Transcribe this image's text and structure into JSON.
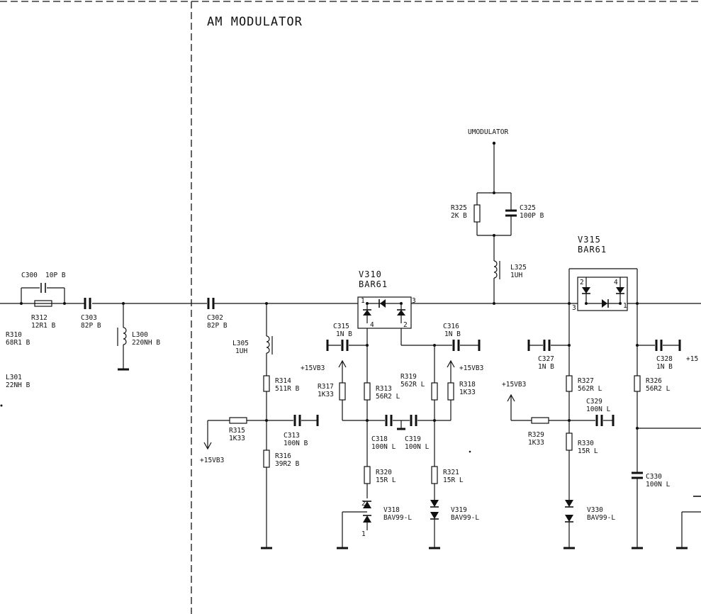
{
  "title": "AM MODULATOR",
  "nets": {
    "umodulator": "UMODULATOR",
    "supply": "+15VB3"
  },
  "components": {
    "c300": {
      "ref": "C300",
      "value": "10P B"
    },
    "r312": {
      "ref": "R312",
      "value": "12R1 B"
    },
    "c303": {
      "ref": "C303",
      "value": "82P B"
    },
    "r310": {
      "ref": "R310",
      "value": "68R1 B"
    },
    "l301": {
      "ref": "L301",
      "value": "22NH B"
    },
    "l300": {
      "ref": "L300",
      "value": "220NH B"
    },
    "c302": {
      "ref": "C302",
      "value": "82P B"
    },
    "l305": {
      "ref": "L305",
      "value": "1UH"
    },
    "r314": {
      "ref": "R314",
      "value": "511R B"
    },
    "r315": {
      "ref": "R315",
      "value": "1K33"
    },
    "c313": {
      "ref": "C313",
      "value": "100N B"
    },
    "r316": {
      "ref": "R316",
      "value": "39R2 B"
    },
    "v310": {
      "ref": "V310",
      "value": "BAR61"
    },
    "c315": {
      "ref": "C315",
      "value": "1N B"
    },
    "r317": {
      "ref": "R317",
      "value": "1K33"
    },
    "r313": {
      "ref": "R313",
      "value": "56R2 L"
    },
    "c318": {
      "ref": "C318",
      "value": "100N L"
    },
    "c319": {
      "ref": "C319",
      "value": "100N L"
    },
    "r319": {
      "ref": "R319",
      "value": "562R L"
    },
    "r318": {
      "ref": "R318",
      "value": "1K33"
    },
    "c316": {
      "ref": "C316",
      "value": "1N B"
    },
    "r320": {
      "ref": "R320",
      "value": "15R L"
    },
    "r321": {
      "ref": "R321",
      "value": "15R L"
    },
    "v318": {
      "ref": "V318",
      "value": "BAV99-L"
    },
    "v319": {
      "ref": "V319",
      "value": "BAV99-L"
    },
    "r325": {
      "ref": "R325",
      "value": "2K B"
    },
    "c325": {
      "ref": "C325",
      "value": "100P B"
    },
    "l325": {
      "ref": "L325",
      "value": "1UH"
    },
    "v315": {
      "ref": "V315",
      "value": "BAR61"
    },
    "c327": {
      "ref": "C327",
      "value": "1N B"
    },
    "r327": {
      "ref": "R327",
      "value": "562R L"
    },
    "c329": {
      "ref": "C329",
      "value": "100N L"
    },
    "r329": {
      "ref": "R329",
      "value": "1K33"
    },
    "r330": {
      "ref": "R330",
      "value": "15R L"
    },
    "v330": {
      "ref": "V330",
      "value": "BAV99-L"
    },
    "c328": {
      "ref": "C328",
      "value": "1N B"
    },
    "r326": {
      "ref": "R326",
      "value": "56R2 L"
    },
    "c330": {
      "ref": "C330",
      "value": "100N L"
    }
  },
  "pins": {
    "p1": "1",
    "p2": "2",
    "p3": "3",
    "p4": "4"
  },
  "cut_labels": {
    "plus15_cut": "+15"
  }
}
